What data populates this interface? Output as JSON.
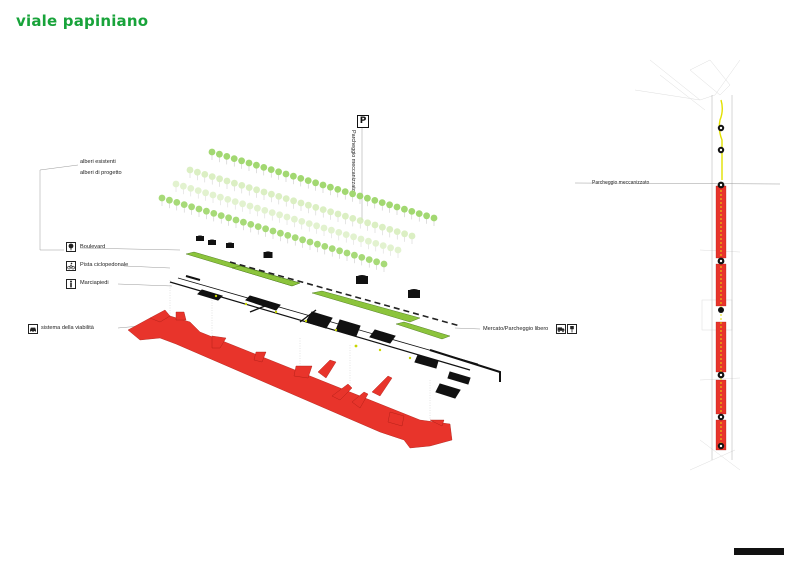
{
  "title": "viale papiniano",
  "labels": {
    "alberi_esistenti": "alberi esistenti",
    "alberi_progetto": "alberi di progetto",
    "boulevard": "Boulevard",
    "pista": "Pista ciclopedonale",
    "marciapiedi": "Marciapiedi",
    "viabilita": "sistema della viabilità",
    "parcheggio_vert": "Parcheggio meccanizzato",
    "parking_sign": "P",
    "mercato": "Mercato/Parcheggio libero",
    "map_parcheggio": "Parcheggio meccanizzato"
  },
  "colors": {
    "title": "#18a33a",
    "tree_existing": "#9ed66a",
    "tree_project": "#cfeab0",
    "boulevard": "#8cc43c",
    "road": "#e8342b",
    "path": "#1a1a1a"
  },
  "icons": {
    "boulevard": "tree-icon",
    "pista": "bicycle-pedestrian-icon",
    "marciapiedi": "pedestrian-icon",
    "viabilita": "car-icon",
    "mercato": "truck-icon",
    "parking": "parking-icon"
  }
}
